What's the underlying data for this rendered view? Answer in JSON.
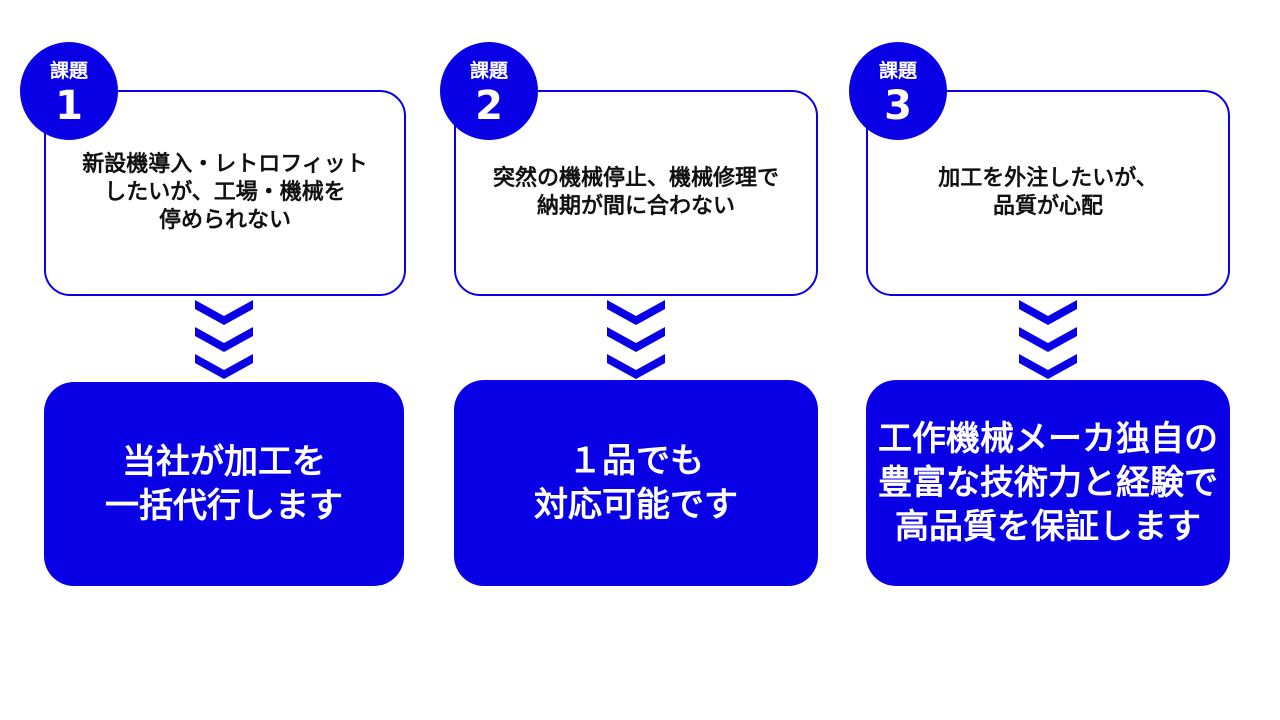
{
  "colors": {
    "accent": "#0a00e6",
    "text": "#111111",
    "background": "#ffffff"
  },
  "columns": [
    {
      "badge_label": "課題",
      "badge_number": "1",
      "problem": "新設機導入・レトロフィット\nしたいが、工場・機械を\n停められない",
      "solution": "当社が加工を\n一括代行します"
    },
    {
      "badge_label": "課題",
      "badge_number": "2",
      "problem": "突然の機械停止、機械修理で\n納期が間に合わない",
      "solution": "１品でも\n対応可能です"
    },
    {
      "badge_label": "課題",
      "badge_number": "3",
      "problem": "加工を外注したいが、\n品質が心配",
      "solution": "工作機械メーカ独自の\n豊富な技術力と経験で\n高品質を保証します"
    }
  ],
  "icons": {
    "arrow": "triple-chevron-down-icon"
  }
}
